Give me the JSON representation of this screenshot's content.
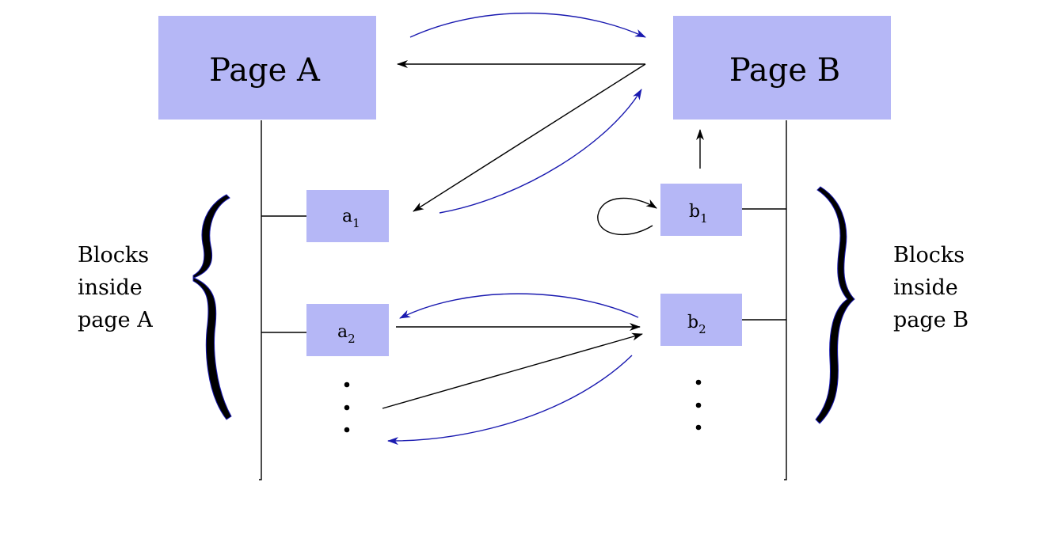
{
  "pages": {
    "a": {
      "label": "Page A"
    },
    "b": {
      "label": "Page B"
    }
  },
  "blocks": {
    "a1": {
      "base": "a",
      "sub": "1"
    },
    "a2": {
      "base": "a",
      "sub": "2"
    },
    "b1": {
      "base": "b",
      "sub": "1"
    },
    "b2": {
      "base": "b",
      "sub": "2"
    }
  },
  "side_labels": {
    "left": [
      "Blocks",
      "inside",
      "page A"
    ],
    "right": [
      "Blocks",
      "inside",
      "page B"
    ]
  },
  "colors": {
    "box_fill": "#b5b7f6",
    "blue_arrow": "#1a1ab0",
    "black_arrow": "#000000",
    "brace_outline": "#1a1ab0"
  }
}
